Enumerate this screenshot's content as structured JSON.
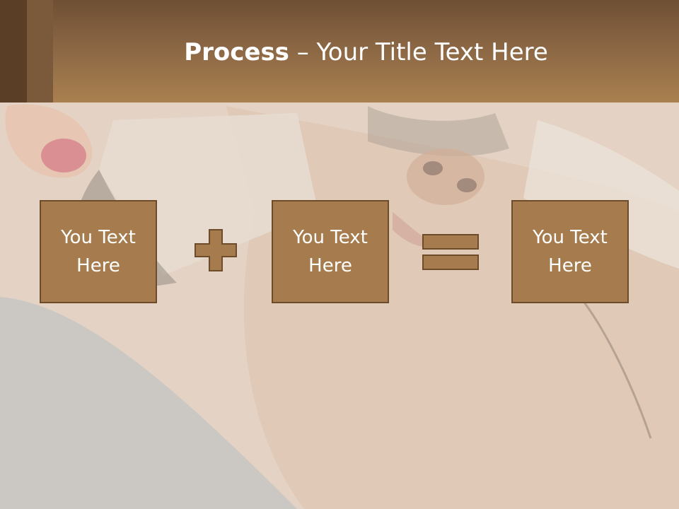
{
  "slide": {
    "title_bold": "Process",
    "title_rest": " – Your Title Text Here"
  },
  "process": {
    "boxes": [
      {
        "label": "You Text Here"
      },
      {
        "label": "You Text Here"
      },
      {
        "label": "You Text Here"
      }
    ],
    "operators": [
      "plus-icon",
      "equals-icon"
    ]
  },
  "colors": {
    "header": "#8a6644",
    "box_fill": "#a67c4e",
    "box_border": "#6e4c2a",
    "text": "#ffffff"
  }
}
